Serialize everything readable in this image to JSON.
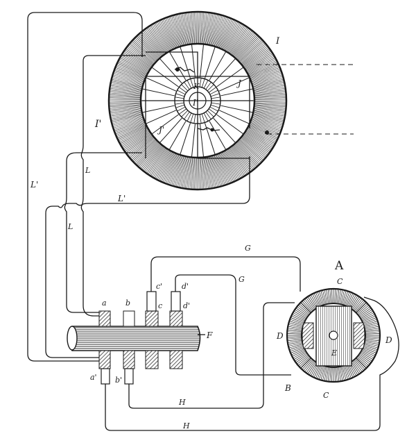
{
  "generator": {
    "label_ring_top": "I",
    "label_ring_left": "I'",
    "label_core": "I'",
    "label_k": "K",
    "label_j_right": "J",
    "label_j_left": "J'"
  },
  "wires": {
    "label_L_left": "L'",
    "label_L_inner": "L",
    "label_L_lower": "L",
    "label_L_bottom": "L'",
    "label_G": "G",
    "label_G_lower": "G",
    "label_H": "H",
    "label_H_bottom": "H"
  },
  "shaft": {
    "label_F": "F",
    "ring_a": "a",
    "ring_b": "b",
    "ring_c": "c",
    "ring_d": "d'",
    "brush_c": "c'",
    "brush_d": "d'",
    "brush_a": "a'",
    "brush_b": "b'"
  },
  "motor": {
    "label_A": "A",
    "label_C_top": "C",
    "label_C_bottom": "C",
    "label_D_left": "D",
    "label_D_right": "D",
    "label_B": "B",
    "label_E": "E"
  },
  "colors": {
    "ink": "#1a1a1a",
    "paper": "#ffffff"
  }
}
